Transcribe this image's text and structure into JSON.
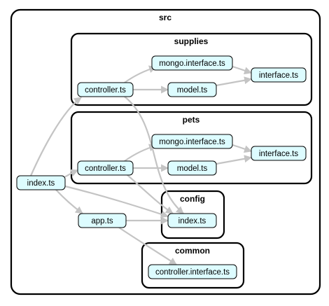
{
  "colors": {
    "node_fill": "#ddfcff",
    "node_stroke": "#000000",
    "cluster_stroke": "#000000",
    "edge": "#c4c4c4"
  },
  "clusters": {
    "src": "src",
    "supplies": "supplies",
    "pets": "pets",
    "config": "config",
    "common": "common"
  },
  "nodes": {
    "index_root": "index.ts",
    "app": "app.ts",
    "supplies_controller": "controller.ts",
    "supplies_mongo_interface": "mongo.interface.ts",
    "supplies_model": "model.ts",
    "supplies_interface": "interface.ts",
    "pets_controller": "controller.ts",
    "pets_mongo_interface": "mongo.interface.ts",
    "pets_model": "model.ts",
    "pets_interface": "interface.ts",
    "config_index": "index.ts",
    "common_controller_interface": "controller.interface.ts"
  },
  "edges": [
    {
      "from": "index_root",
      "to": "supplies_controller"
    },
    {
      "from": "index_root",
      "to": "pets_controller"
    },
    {
      "from": "index_root",
      "to": "app"
    },
    {
      "from": "index_root",
      "to": "config_index"
    },
    {
      "from": "app",
      "to": "config_index"
    },
    {
      "from": "app",
      "to": "common_controller_interface"
    },
    {
      "from": "supplies_controller",
      "to": "supplies_mongo_interface"
    },
    {
      "from": "supplies_controller",
      "to": "supplies_model"
    },
    {
      "from": "supplies_controller",
      "to": "config_index"
    },
    {
      "from": "supplies_mongo_interface",
      "to": "supplies_interface"
    },
    {
      "from": "supplies_model",
      "to": "supplies_interface"
    },
    {
      "from": "pets_controller",
      "to": "pets_mongo_interface"
    },
    {
      "from": "pets_controller",
      "to": "pets_model"
    },
    {
      "from": "pets_controller",
      "to": "config_index"
    },
    {
      "from": "pets_mongo_interface",
      "to": "pets_interface"
    },
    {
      "from": "pets_model",
      "to": "pets_interface"
    }
  ]
}
